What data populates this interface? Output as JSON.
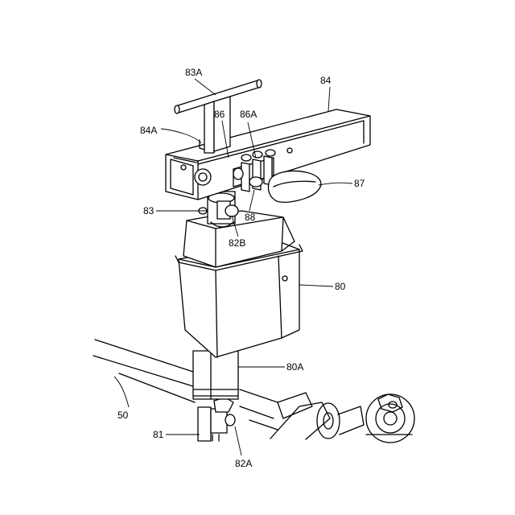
{
  "labels": {
    "l83A": "83A",
    "l84": "84",
    "l84A": "84A",
    "l86": "86",
    "l86A": "86A",
    "l87": "87",
    "l83": "83",
    "l88": "88",
    "l82B": "82B",
    "l80": "80",
    "l80A": "80A",
    "l50": "50",
    "l81": "81",
    "l82A": "82A"
  }
}
